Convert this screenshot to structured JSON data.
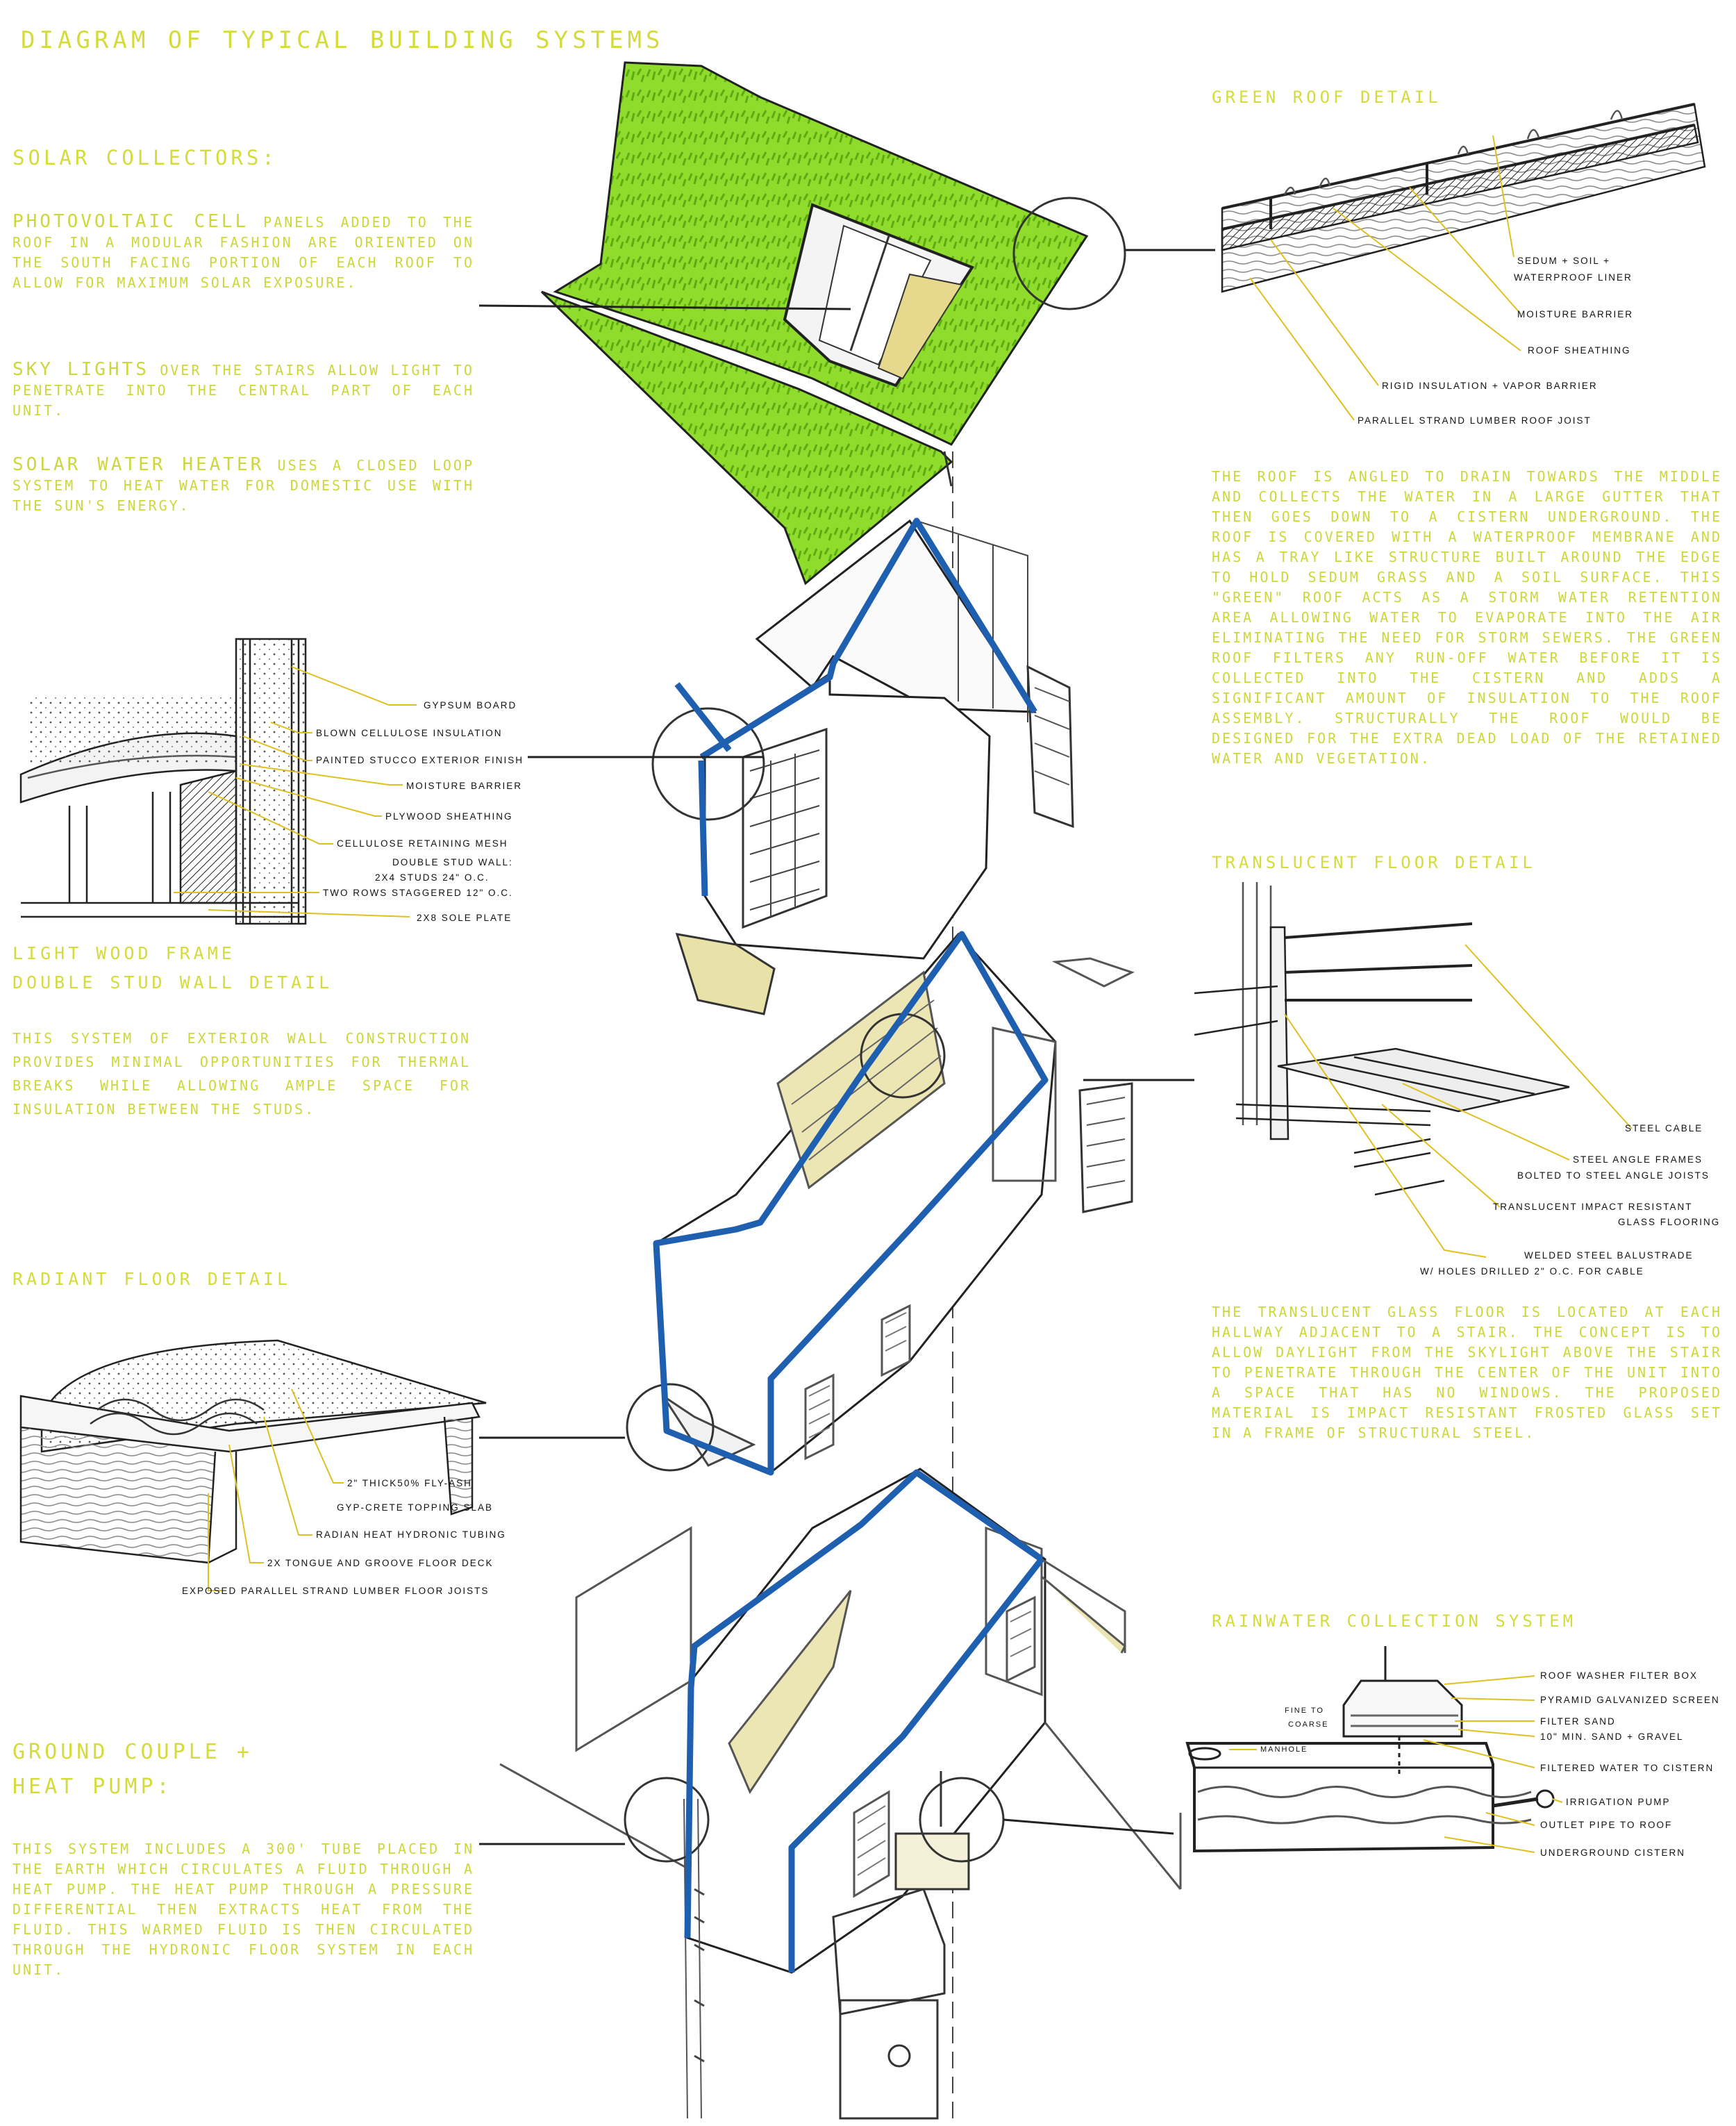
{
  "title": "DIAGRAM OF TYPICAL BUILDING SYSTEMS",
  "solar": {
    "heading": "SOLAR COLLECTORS:",
    "pv_lead": "PHOTOVOLTAIC CELL",
    "pv_text": " panels added to the roof in a modular fashion are oriented on the south facing portion of each roof to allow for maximum solar exposure.",
    "sky_lead": "SKY LIGHTS",
    "sky_text": " over the stairs allow light to penetrate into the central part of each unit.",
    "water_lead": "SOLAR WATER HEATER",
    "water_text": " uses a closed loop system to heat water for domestic use with the sun's energy."
  },
  "wall": {
    "heading_1": "LIGHT WOOD FRAME",
    "heading_2": "DOUBLE STUD WALL DETAIL",
    "text": "This system of exterior wall construction provides minimal opportunities for thermal breaks while allowing ample space for insulation between the studs.",
    "labels": [
      "GYPSUM BOARD",
      "BLOWN CELLULOSE INSULATION",
      "PAINTED STUCCO EXTERIOR FINISH",
      "MOISTURE BARRIER",
      "PLYWOOD SHEATHING",
      "CELLULOSE RETAINING MESH",
      "DOUBLE STUD WALL:",
      "2x4 STUDS 24\" O.C.",
      "TWO ROWS STAGGERED 12\" O.C.",
      "2x8 SOLE PLATE"
    ]
  },
  "radiant": {
    "heading": "RADIANT FLOOR DETAIL",
    "labels": [
      "2\" THICK50% FLY-ASH",
      "GYP-CRETE TOPPING SLAB",
      "RADIAN HEAT HYDRONIC TUBING",
      "2x TONGUE AND GROOVE FLOOR DECK",
      "EXPOSED PARALLEL STRAND LUMBER FLOOR JOISTS"
    ]
  },
  "ground": {
    "heading_1": "GROUND COUPLE +",
    "heading_2": "HEAT PUMP:",
    "text": "This system includes a 300' tube placed in the earth which circulates a fluid through a heat pump. The heat pump through a pressure differential then extracts heat from the fluid. This warmed fluid is then circulated through the hydronic floor system in each unit."
  },
  "green_roof": {
    "heading": "GREEN ROOF DETAIL",
    "labels": [
      "SEDUM + SOIL +",
      "WATERPROOF LINER",
      "MOISTURE BARRIER",
      "ROOF SHEATHING",
      "RIGID INSULATION + VAPOR BARRIER",
      "PARALLEL STRAND LUMBER ROOF JOIST"
    ],
    "text": "The roof is angled to drain towards the middle and collects the water in a large gutter that then goes down to a cistern underground. The roof is covered with a waterproof membrane and has a tray like structure built around the edge to hold sedum grass and a soil surface. This \"green\" roof acts as a storm water retention area allowing water to evaporate into the air eliminating the need for storm sewers. The green roof filters any run-off water before it is collected into the cistern and adds a significant amount of insulation to the roof assembly. Structurally the roof would be designed for the extra dead load of the retained water and vegetation."
  },
  "translucent": {
    "heading": "TRANSLUCENT FLOOR DETAIL",
    "labels": [
      "STEEL CABLE",
      "STEEL ANGLE FRAMES",
      "BOLTED TO STEEL ANGLE JOISTS",
      "TRANSLUCENT IMPACT RESISTANT",
      "GLASS FLOORING",
      "WELDED STEEL BALUSTRADE",
      "W/ HOLES DRILLED 2\" O.C. FOR CABLE"
    ],
    "text": "The translucent glass floor is located at each hallway adjacent to a stair. The concept is to allow daylight from the skylight above the stair to penetrate through the center of the unit into a space that has no windows. The proposed material is impact resistant frosted glass set in a frame of structural steel."
  },
  "rainwater": {
    "heading": "RAINWATER COLLECTION SYSTEM",
    "labels": [
      "ROOF WASHER FILTER BOX",
      "PYRAMID GALVANIZED SCREEN",
      "FILTER SAND",
      "10\" MIN. SAND + GRAVEL",
      "FILTERED WATER TO CISTERN",
      "IRRIGATION PUMP",
      "OUTLET PIPE TO ROOF",
      "UNDERGROUND CISTERN",
      "FINE TO",
      "COARSE",
      "MANHOLE"
    ]
  },
  "colors": {
    "accent_text": "#d4dc3c",
    "frame_blue": "#1f5fb0",
    "roof_green": "#7ed321",
    "leader_yellow": "#e0c020"
  }
}
